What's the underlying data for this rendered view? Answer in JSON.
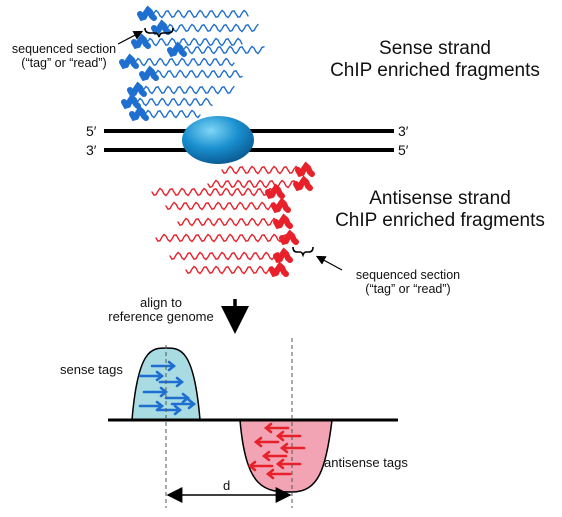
{
  "colors": {
    "sense": "#1f6fd1",
    "antisense": "#e8202a",
    "sense_fill": "#a9dbe3",
    "antisense_fill": "#f2a4b4",
    "protein": "#1a8fcf",
    "dna": "#000000"
  },
  "sense_group": {
    "title_line1": "Sense strand",
    "title_line2": "ChIP enriched fragments",
    "tag_label_line1": "sequenced section",
    "tag_label_line2": "(“tag” or “read”)"
  },
  "dna": {
    "top_left": "5′",
    "top_right": "3′",
    "bottom_left": "3′",
    "bottom_right": "5′"
  },
  "antisense_group": {
    "title_line1": "Antisense strand",
    "title_line2": "ChIP enriched fragments",
    "tag_label_line1": "sequenced section",
    "tag_label_line2": "(“tag” or “read”)"
  },
  "align": {
    "line1": "align to",
    "line2": "reference genome"
  },
  "peaks": {
    "sense_label": "sense tags",
    "antisense_label": "antisense tags",
    "distance_label": "d"
  }
}
